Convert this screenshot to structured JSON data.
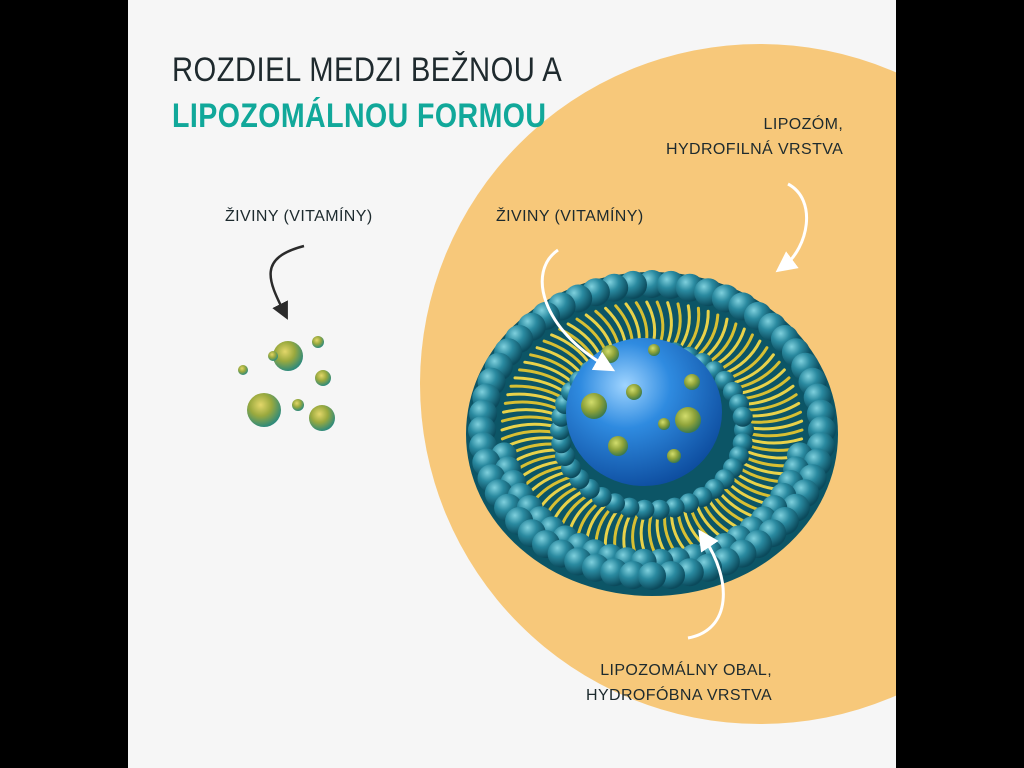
{
  "title": {
    "line1": "ROZDIEL MEDZI BEŽNOU A",
    "line2": "LIPOZOMÁLNOU FORMOU"
  },
  "labels": {
    "nutrients_free": "ŽIVINY (VITAMÍNY)",
    "nutrients_liposome": "ŽIVINY (VITAMÍNY)",
    "liposome_line1": "LIPOZÓM,",
    "liposome_line2": "HYDROFILNÁ VRSTVA",
    "shell_line1": "LIPOZOMÁLNY OBAL,",
    "shell_line2": "HYDROFÓBNA VRSTVA"
  },
  "colors": {
    "accent": "#11a89a",
    "background": "#f6f6f6",
    "orange_disc": "#f7c87a",
    "head_teal": "#2a8aa0",
    "tail_yellow": "#e8d24a",
    "core_blue": "#2f8be0",
    "nutrient_green": "#8fa33a"
  }
}
